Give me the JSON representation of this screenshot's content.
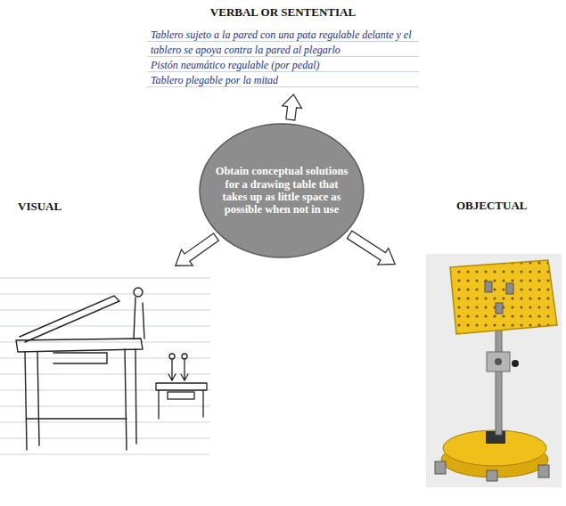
{
  "diagram": {
    "nodes": [
      {
        "text": [
          "VERBAL OR SENTENTIAL",
          "Tablero sujeto a la pared con una pata regulable delante y el tablero se apoya contra la pared al plegarlo",
          "Pistón neumático regulable (por pedal)",
          "Tablero plegable por la mitad"
        ]
      },
      {
        "text": [
          "Obtain conceptual solutions for a drawing table that takes up as little space as possible when not in use"
        ]
      },
      {
        "text": [
          "VISUAL"
        ]
      },
      {
        "text": [
          "OBJECTUAL"
        ]
      }
    ],
    "edges": [
      {
        "from": 1,
        "to": 0,
        "arrow": "to"
      },
      {
        "from": 1,
        "to": 2,
        "arrow": "to"
      },
      {
        "from": 1,
        "to": 3,
        "arrow": "to"
      }
    ]
  }
}
